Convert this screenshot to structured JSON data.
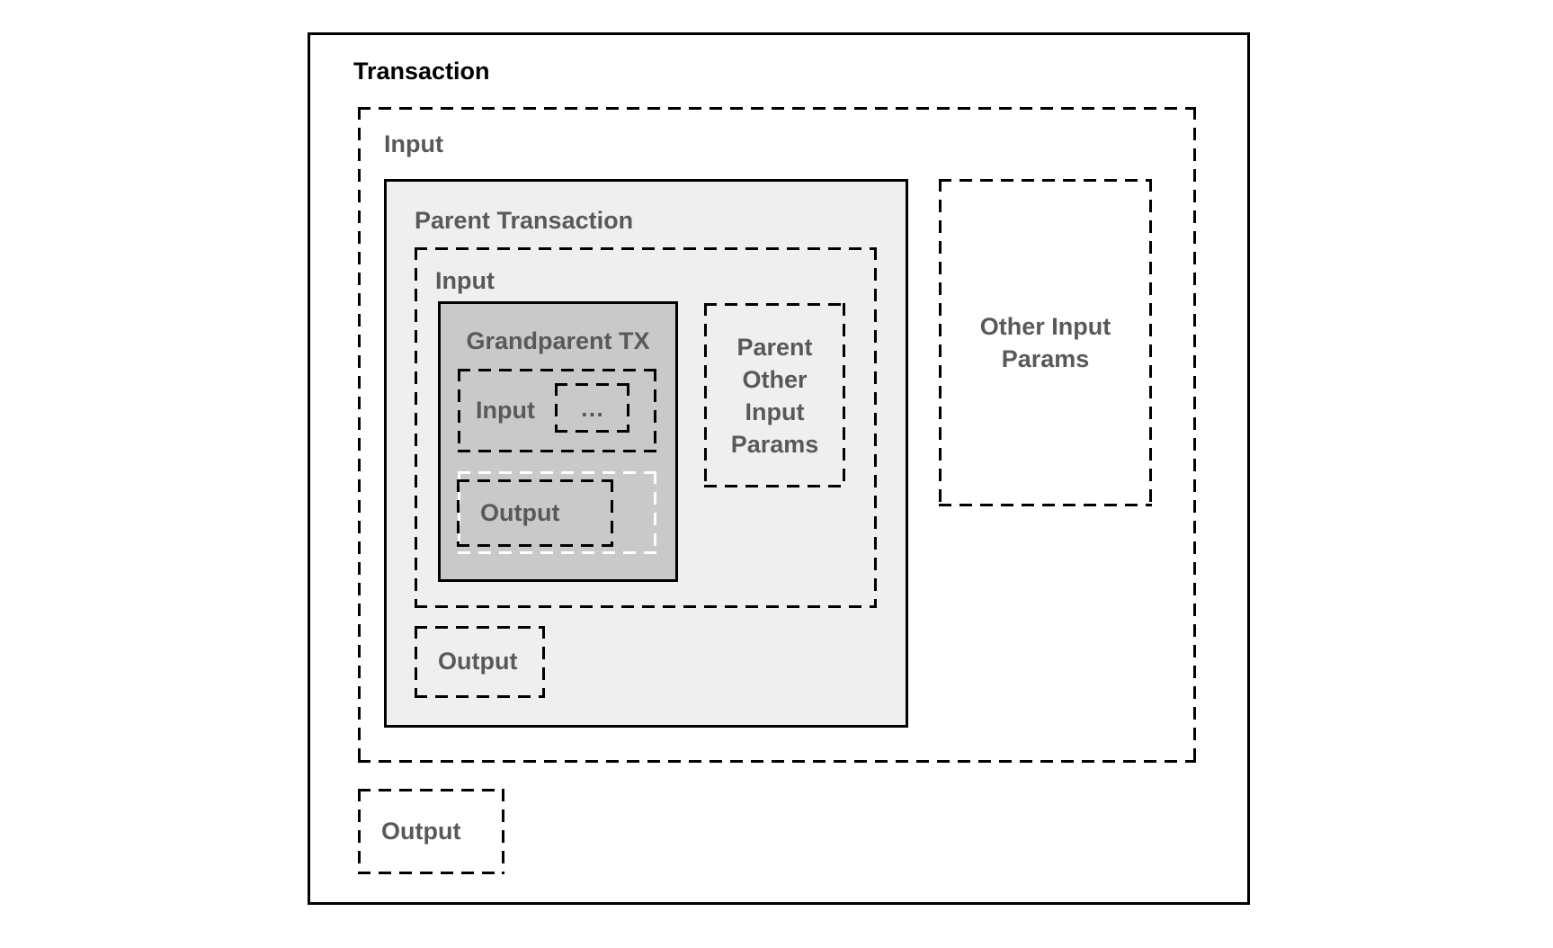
{
  "colors": {
    "parent_fill": "#efefef",
    "grandparent_fill": "#c9c9c9",
    "label_gray": "#595959",
    "title_color": "#000000",
    "dash_color": "#000000",
    "white_dash": "#ffffff",
    "line_black": "#000000"
  },
  "transaction": {
    "title": "Transaction",
    "input": {
      "label": "Input",
      "parent_transaction": {
        "title": "Parent Transaction",
        "input": {
          "label": "Input",
          "grandparent_tx": {
            "title": "Grandparent TX",
            "input": {
              "label": "Input",
              "ellipsis": "…"
            },
            "output": {
              "label": "Output"
            }
          },
          "other_input_params": {
            "lines": [
              "Parent",
              "Other",
              "Input",
              "Params"
            ]
          }
        },
        "output": {
          "label": "Output"
        }
      },
      "other_input_params": {
        "lines": [
          "Other Input",
          "Params"
        ]
      }
    },
    "output": {
      "label": "Output"
    }
  }
}
